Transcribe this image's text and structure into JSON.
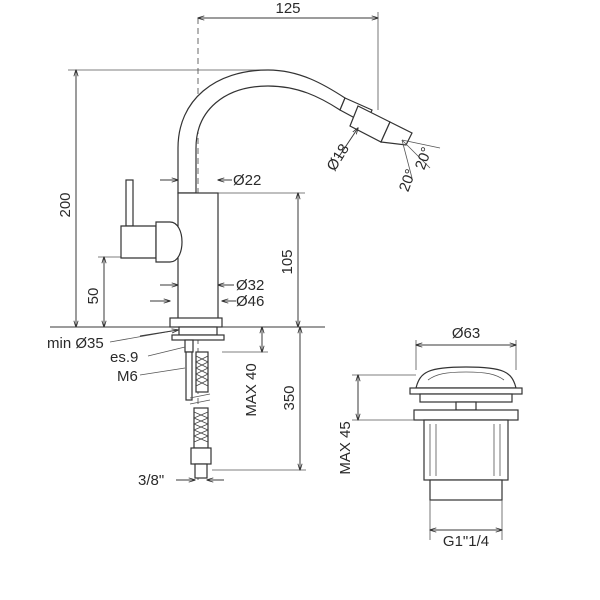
{
  "faucet": {
    "reach": "125",
    "total_height": "200",
    "height_105": "105",
    "height_50": "50",
    "outlet_diameter": "Ø18",
    "angle_1": "20°",
    "angle_2": "20°",
    "spout_diameter": "Ø22",
    "body_diameter": "Ø32",
    "base_diameter": "Ø46",
    "hole_min": "min Ø35",
    "key_size": "es.9",
    "thread": "M6",
    "max_thickness": "MAX 40",
    "hose_length": "350",
    "hose_connection": "3/8\""
  },
  "waste": {
    "cap_diameter": "Ø63",
    "max_thickness": "MAX 45",
    "thread": "G1\"1/4"
  }
}
